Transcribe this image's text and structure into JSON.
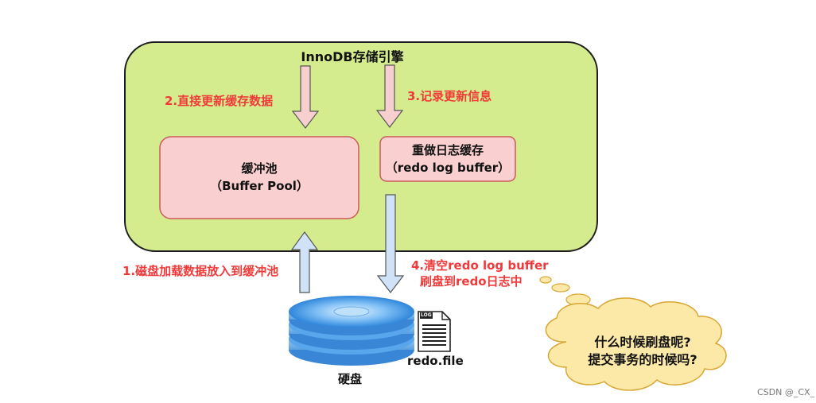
{
  "engine": {
    "title": "InnoDB存储引擎"
  },
  "buffer_pool": {
    "name": "缓冲池",
    "en": "（Buffer Pool）"
  },
  "redo_log_buffer": {
    "name": "重做日志缓存",
    "en": "（redo log buffer）"
  },
  "steps": {
    "step1": "1.磁盘加载数据放入到缓冲池",
    "step2": "2.直接更新缓存数据",
    "step3": "3.记录更新信息",
    "step4_line1": "4.清空redo log buffer",
    "step4_line2": "刷盘到redo日志中"
  },
  "disk": {
    "label": "硬盘"
  },
  "file": {
    "tag": "LOG",
    "label": "redo.file"
  },
  "thought_bubble": {
    "line1": "什么时候刷盘呢?",
    "line2": "提交事务的时候吗?"
  },
  "watermark": "CSDN @_CX_",
  "colors": {
    "engine_fill": "#d4ec8e",
    "box_fill": "#f9cfcf",
    "box_stroke": "#cc5a5a",
    "arrow_pink": "#f7cfcf",
    "arrow_blue": "#cfe2f7",
    "label_red": "#f03a3a",
    "cloud_fill": "#fce9a8",
    "disk_top": "#3f9be8"
  }
}
